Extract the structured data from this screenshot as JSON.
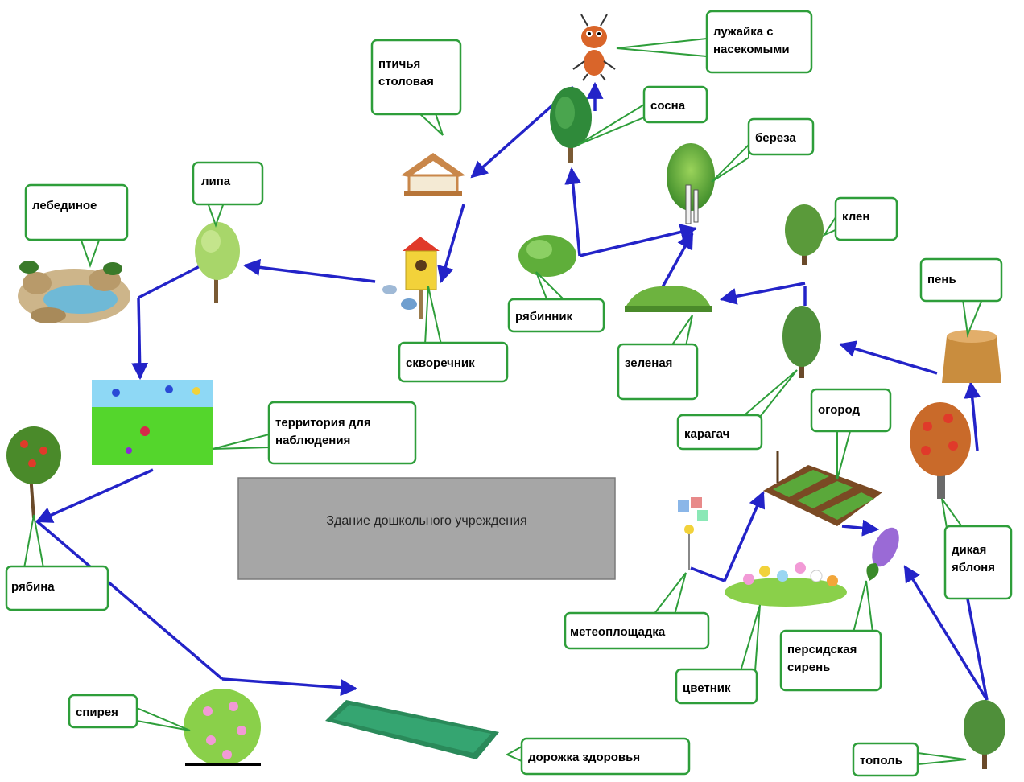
{
  "building": {
    "label": "Здание дошкольного учреждения"
  },
  "labels": {
    "luzhayka": "лужайка с насекомыми",
    "ptichya": "птичья столовая",
    "sosna": "сосна",
    "bereza": "береза",
    "lebedinoe": "лебединое",
    "lipa": "липа",
    "klen": "клен",
    "pen": "пень",
    "ryabinnik": "рябинник",
    "skvorechnik": "скворечник",
    "zelenaya": "зеленая",
    "karagach": "карагач",
    "territoriya": "территория для наблюдения",
    "ogorod": "огород",
    "ryabina": "рябина",
    "dikaya": "дикая яблоня",
    "meteo": "метеоплощадка",
    "persidskaya": "персидская сирень",
    "tsvetnik": "цветник",
    "spireya": "спирея",
    "dorozhka": "дорожка здоровья",
    "topol": "тополь"
  },
  "colors": {
    "callout_border": "#2e9e3a",
    "arrow": "#2323c8",
    "building_fill": "#a6a6a6",
    "building_border": "#7a7a7a"
  }
}
